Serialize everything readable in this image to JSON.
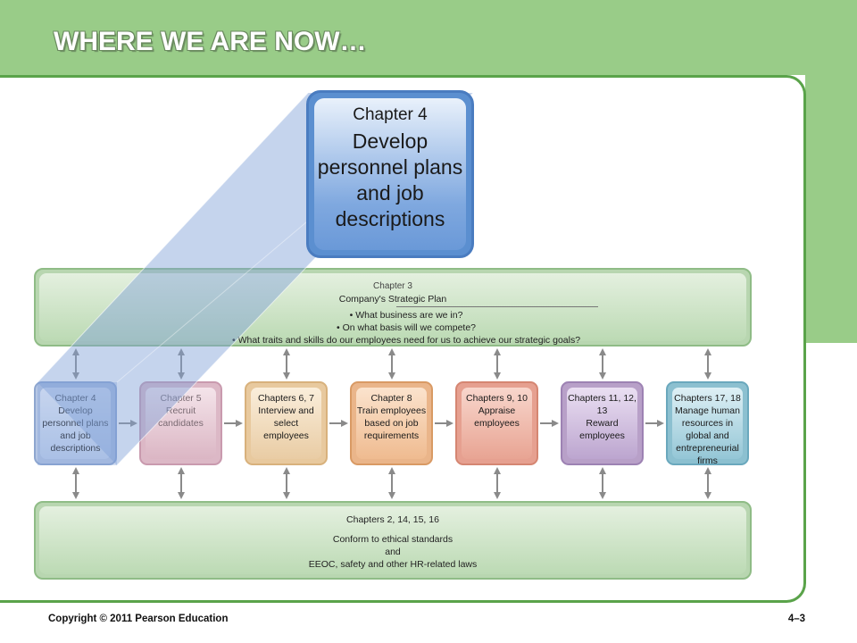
{
  "slide": {
    "title": "WHERE WE ARE NOW…",
    "page_number": "4–3",
    "copyright": "Copyright © 2011 Pearson Education"
  },
  "zoom_box": {
    "chapter": "Chapter 4",
    "text": "Develop personnel plans and job descriptions"
  },
  "strategic_plan": {
    "chapter": "Chapter 3",
    "title": "Company's Strategic Plan",
    "questions": [
      "What business are we in?",
      "On what basis will we compete?",
      "What traits and skills do our employees need for us to achieve our strategic goals?"
    ]
  },
  "steps": [
    {
      "chapter": "Chapter 4",
      "text": "Develop personnel plans and job descriptions"
    },
    {
      "chapter": "Chapter 5",
      "text": "Recruit candidates"
    },
    {
      "chapter": "Chapters 6, 7",
      "text": "Interview and select employees"
    },
    {
      "chapter": "Chapter 8",
      "text": "Train employees based on job requirements"
    },
    {
      "chapter": "Chapters 9, 10",
      "text": "Appraise employees"
    },
    {
      "chapter": "Chapters 11, 12, 13",
      "text": "Reward employees"
    },
    {
      "chapter": "Chapters 17, 18",
      "text": "Manage human resources in global and entrepreneurial firms"
    }
  ],
  "legal": {
    "chapter": "Chapters 2, 14, 15, 16",
    "line1": "Conform to ethical standards",
    "line2": "and",
    "line3": "EEOC, safety and other HR-related laws"
  },
  "colors": {
    "band": "#99cc88",
    "border": "#5aa34a",
    "highlight": "#5b8fd0"
  }
}
